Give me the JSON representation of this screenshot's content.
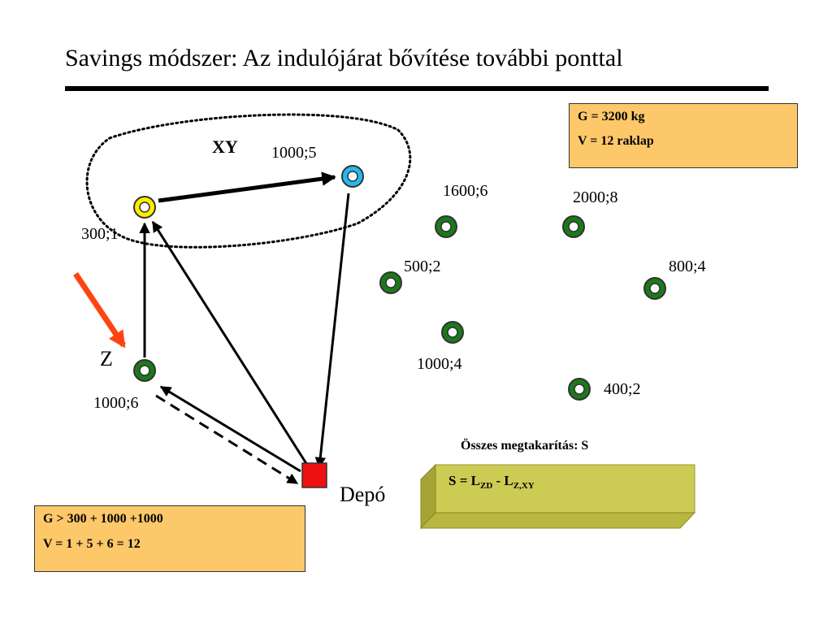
{
  "title": "Savings módszer: Az indulójárat bővítése további ponttal",
  "constraints_box": {
    "line1": "G = 3200 kg",
    "line2": "V = 12 raklap"
  },
  "check_box": {
    "line1": "G > 300 + 1000 +1000",
    "line2": "V = 1 + 5 + 6 = 12"
  },
  "savings": {
    "heading": "Összes megtakarítás: S",
    "formula_prefix": "S =  L",
    "sub1": "ZD",
    "formula_mid": "  - L",
    "sub2": "Z,XY"
  },
  "labels": {
    "xy": "XY",
    "z": "Z",
    "depo": "Depó"
  },
  "nodes": [
    {
      "id": "x",
      "label": "300;1",
      "color": "#ffee00",
      "role": "tour"
    },
    {
      "id": "y",
      "label": "1000;5",
      "color": "#22bbee",
      "role": "tour"
    },
    {
      "id": "z",
      "label": "1000;6",
      "color": "#1a7a1a",
      "role": "candidate"
    },
    {
      "id": "n1",
      "label": "1600;6",
      "color": "#1a7a1a",
      "role": "customer"
    },
    {
      "id": "n2",
      "label": "2000;8",
      "color": "#1a7a1a",
      "role": "customer"
    },
    {
      "id": "n3",
      "label": "500;2",
      "color": "#1a7a1a",
      "role": "customer"
    },
    {
      "id": "n4",
      "label": "800;4",
      "color": "#1a7a1a",
      "role": "customer"
    },
    {
      "id": "n5",
      "label": "1000;4",
      "color": "#1a7a1a",
      "role": "customer"
    },
    {
      "id": "n6",
      "label": "400;2",
      "color": "#1a7a1a",
      "role": "customer"
    }
  ],
  "depot_color": "#ee1111",
  "highlight_arrow_color": "#ff4411",
  "savings_box_color": "#cccc55"
}
